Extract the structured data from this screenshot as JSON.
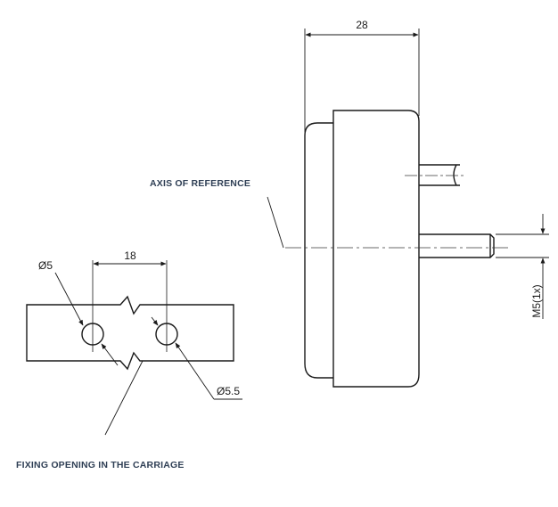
{
  "side_view": {
    "width_dim": "28",
    "axis_label": "AXIS OF REFERENCE",
    "thread_dim": "M5(1x)"
  },
  "carriage_view": {
    "spacing_dim": "18",
    "left_hole_dim": "Ø5",
    "right_hole_dim": "Ø5.5",
    "caption": "FIXING OPENING IN THE CARRIAGE"
  },
  "colors": {
    "line": "#1a1a1a",
    "centerline": "#3a3a3a",
    "label": "#2f3f55"
  }
}
